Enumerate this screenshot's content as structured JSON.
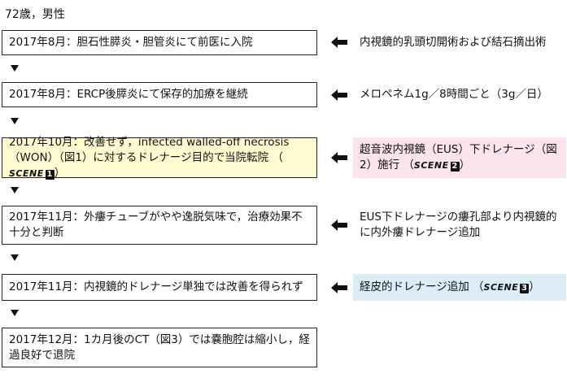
{
  "patient": "72歳，男性",
  "scene_label": "SCENE",
  "steps": [
    {
      "text": "2017年8月：胆石性膵炎・胆管炎にて前医に入院"
    },
    {
      "text": "2017年8月：ERCP後膵炎にて保存的加療を継続"
    },
    {
      "text": "2017年10月：改善せず，infected walled-off necrosis（WON）（図1）に対するドレナージ目的で当院転院",
      "scene": "1"
    },
    {
      "text": "2017年11月：外瘻チューブがやや逸脱気味で，治療効果不十分と判断"
    },
    {
      "text": "2017年11月：内視鏡的ドレナージ単独では改善を得られず"
    },
    {
      "text": "2017年12月：1カ月後のCT（図3）では嚢胞腔は縮小し，経過良好で退院"
    }
  ],
  "notes": [
    {
      "text": "内視鏡的乳頭切開術および結石摘出術"
    },
    {
      "text": "メロペネム1g／8時間ごと（3g／日）"
    },
    {
      "text": "超音波内視鏡（EUS）下ドレナージ（図2）施行",
      "scene": "2"
    },
    {
      "text": "EUS下ドレナージの瘻孔部より内視鏡的に内外瘻ドレナージ追加"
    },
    {
      "text": "経皮的ドレナージ追加",
      "scene": "3"
    }
  ],
  "colors": {
    "highlight": "#fffbd0",
    "pink": "#fbe4ea",
    "blue": "#dcedf8"
  },
  "icons": {
    "down": "down-triangle-icon",
    "left": "left-arrow-icon"
  }
}
